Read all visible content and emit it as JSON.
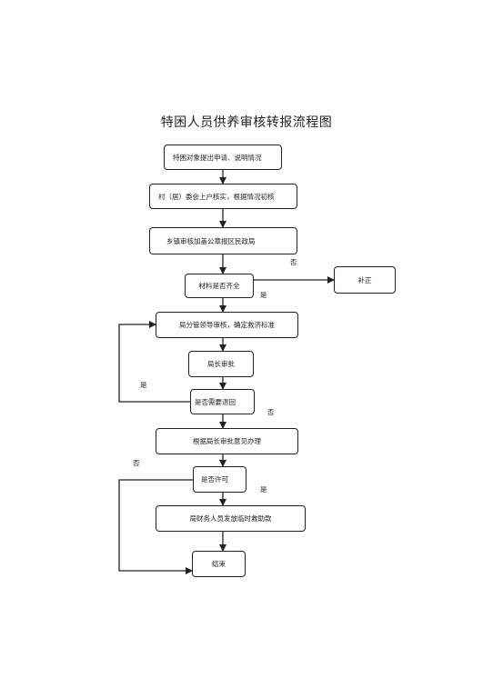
{
  "title": "特困人员供养审核转报流程图",
  "steps": {
    "apply": "特困对象提出申请、说明情况",
    "village": "村（居）委会上户核实，根据情况初核",
    "township": "乡镇审核加盖公章报区民政局",
    "complete": "材料是否齐全",
    "supplement": "补正",
    "leader": "局分管领导审核，确定救济标准",
    "director": "局长审批",
    "return": "是否需要退回",
    "handle": "根据局长审批意见办理",
    "permit": "是否许可",
    "finance": "局财务人员发放临时救助款",
    "end": "结束"
  },
  "labels": {
    "complete_no": "否",
    "complete_yes": "是",
    "return_yes": "是",
    "return_no": "否",
    "permit_no": "否",
    "permit_yes": "是"
  }
}
